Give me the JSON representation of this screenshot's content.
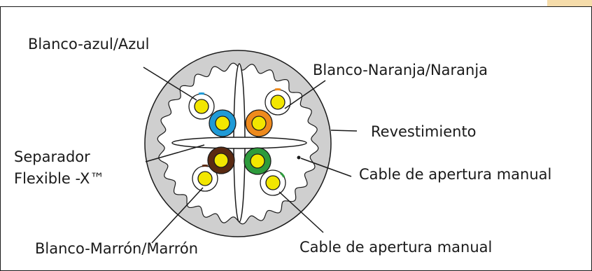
{
  "labels": {
    "blue_pair": "Blanco-azul/Azul",
    "orange_pair": "Blanco-Naranja/Naranja",
    "jacket": "Revestimiento",
    "separator_line1": "Separador",
    "separator_line2": "Flexible -X™",
    "ripcord_right": "Cable de apertura manual",
    "brown_pair": "Blanco-Marrón/Marrón",
    "ripcord_bottom": "Cable de apertura manual"
  },
  "colors": {
    "jacket": "#cfcfcf",
    "jacket_inner": "#ffffff",
    "copper": "#f2e600",
    "blue": "#1f9ad6",
    "orange": "#ee8a1d",
    "brown": "#5a2a12",
    "green": "#2e9b3c",
    "outline": "#1a1a1a",
    "corner_accent": "#f5dcaa"
  }
}
